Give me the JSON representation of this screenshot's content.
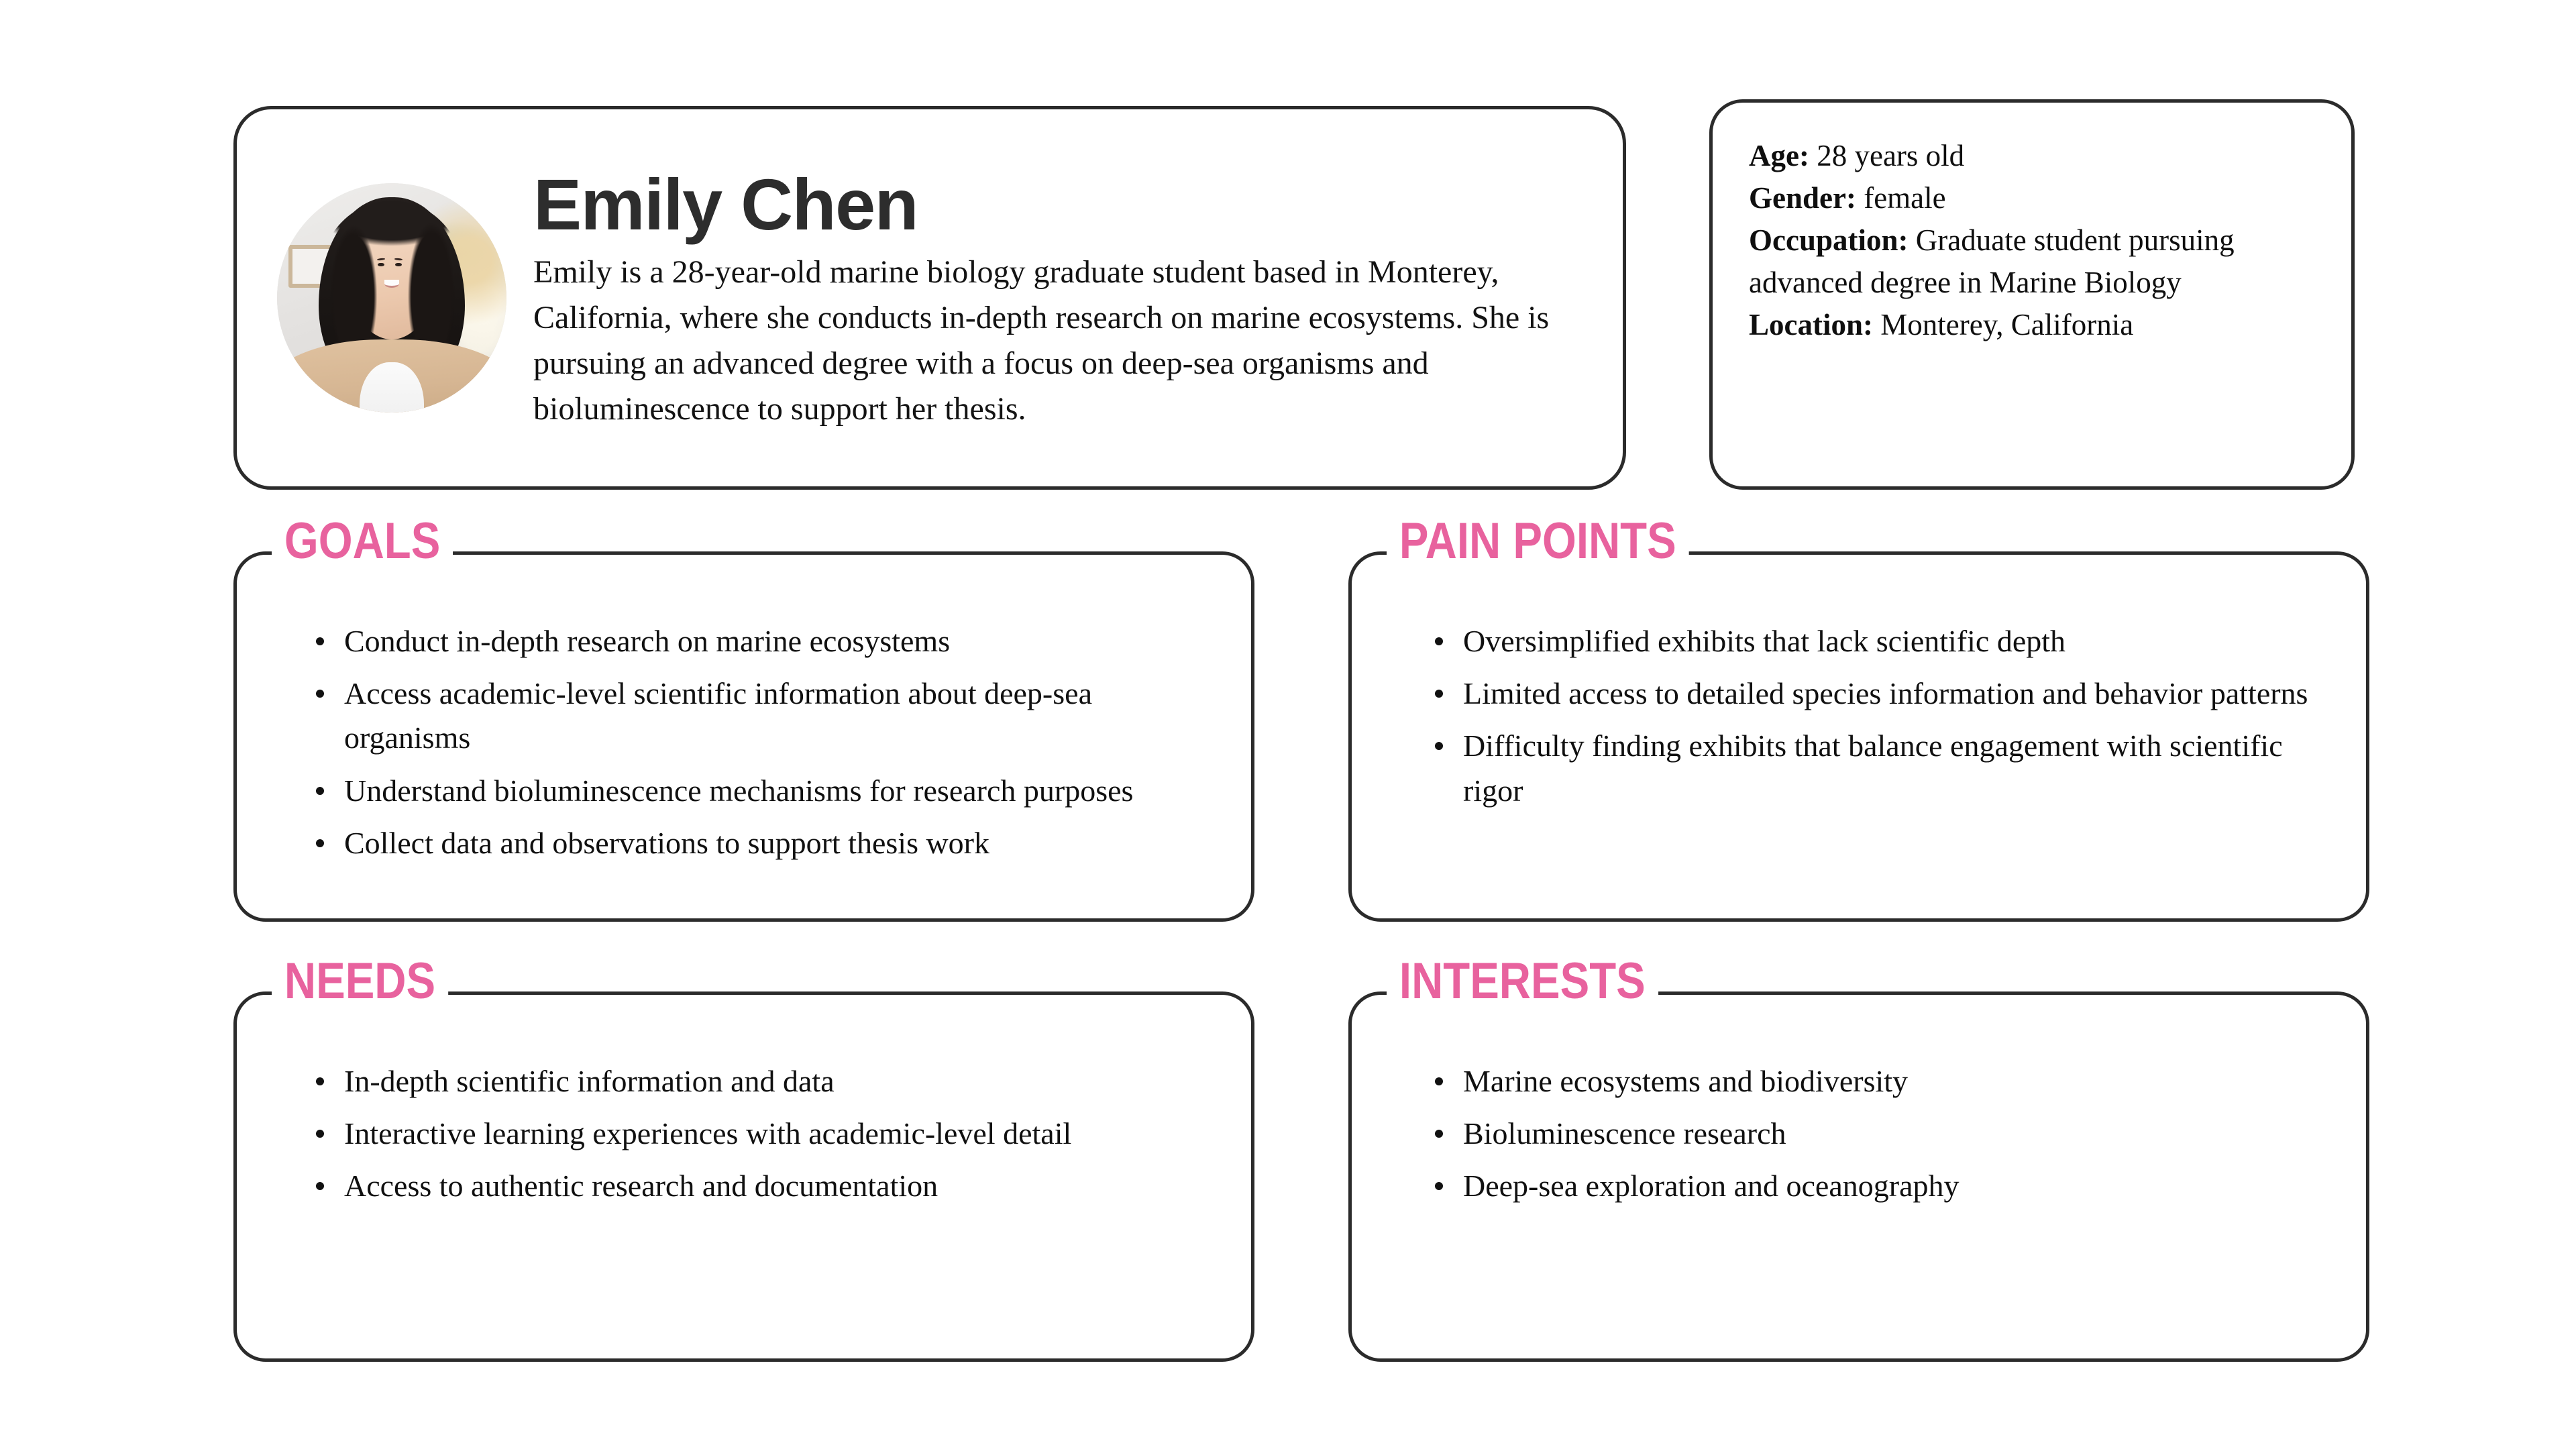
{
  "theme": {
    "accent_pink": "#E8629E",
    "border_dark": "#2B2B2B",
    "text_dark": "#111111",
    "background": "#FFFFFF"
  },
  "header": {
    "name": "Emily Chen",
    "bio": "Emily is a 28-year-old marine biology graduate student based in Monterey, California, where she conducts in-depth research on marine ecosystems. She is pursuing an advanced degree with a focus on deep-sea organisms and bioluminescence to support her thesis.",
    "avatar_alt": "portrait-photo-of-emily-chen"
  },
  "demographics": {
    "age_label": "Age:",
    "age_value": "28 years old",
    "gender_label": "Gender:",
    "gender_value": "female",
    "occupation_label": "Occupation:",
    "occupation_value": "Graduate student pursuing advanced degree in Marine Biology",
    "location_label": "Location:",
    "location_value": "Monterey, California"
  },
  "sections": {
    "goals": {
      "title": "GOALS",
      "items": [
        "Conduct in-depth research on marine ecosystems",
        "Access academic-level scientific information about deep-sea organisms",
        "Understand bioluminescence mechanisms for research purposes",
        "Collect data and observations to support thesis work"
      ]
    },
    "pain_points": {
      "title": "PAIN POINTS",
      "items": [
        "Oversimplified exhibits that lack scientific depth",
        "Limited access to detailed species information and behavior patterns",
        "Difficulty finding exhibits that balance engagement with scientific rigor"
      ]
    },
    "needs": {
      "title": "NEEDS",
      "items": [
        "In-depth scientific information and data",
        "Interactive learning experiences with academic-level detail",
        "Access to authentic research and documentation"
      ]
    },
    "interests": {
      "title": "INTERESTS",
      "items": [
        "Marine ecosystems and biodiversity",
        "Bioluminescence research",
        "Deep-sea exploration and oceanography"
      ]
    }
  }
}
